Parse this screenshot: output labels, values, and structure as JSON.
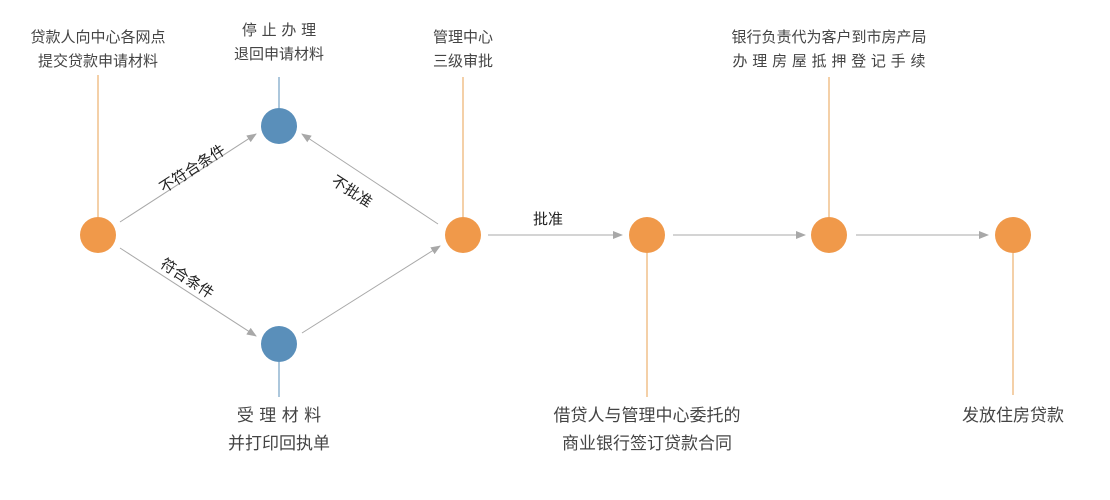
{
  "colors": {
    "orange": "#F0994A",
    "blue": "#5A8FBA",
    "arrow": "#A8A8A8",
    "leader_orange": "#E8A050",
    "leader_blue": "#5A8FBA"
  },
  "nodes": {
    "apply": {
      "line1": "贷款人向中心各网点",
      "line2": "提交贷款申请材料"
    },
    "stop": {
      "line1": "停 止 办 理",
      "line2": "退回申请材料"
    },
    "center": {
      "line1": "管理中心",
      "line2": "三级审批"
    },
    "mortgage": {
      "line1": "银行负责代为客户到市房产局",
      "line2": "办 理 房 屋 抵 押 登 记 手 续"
    },
    "accept": {
      "line1": "受 理 材 料",
      "line2": "并打印回执单"
    },
    "contract": {
      "line1": "借贷人与管理中心委托的",
      "line2": "商业银行签订贷款合同"
    },
    "issue": {
      "line1": "发放住房贷款"
    }
  },
  "edges": {
    "not_qualified": "不符合条件",
    "qualified": "符合条件",
    "not_approved": "不批准",
    "approved": "批准"
  }
}
